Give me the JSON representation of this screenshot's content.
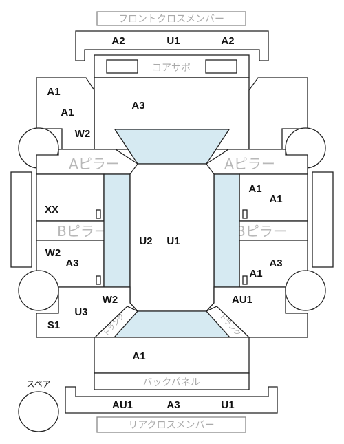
{
  "labels": {
    "front_cross_member": "フロントクロスメンバー",
    "core_support": "コアサポ",
    "a_pillar_left": "Aピラー",
    "a_pillar_right": "Aピラー",
    "b_pillar_left": "Bピラー",
    "b_pillar_right": "Bピラー",
    "back_panel": "バックパネル",
    "rear_cross_member": "リアクロスメンバー",
    "spare": "スペア",
    "trunk_left": "トランク",
    "trunk_right": "トランク"
  },
  "grades": {
    "front_cross_left": "A2",
    "front_cross_center": "U1",
    "front_cross_right": "A2",
    "front_left_1": "A1",
    "front_left_2": "A1",
    "front_left_3": "W2",
    "hood": "A3",
    "left_front_door": "XX",
    "left_rear_door_1": "W2",
    "left_rear_door_2": "A3",
    "left_rear_fender_1": "W2",
    "left_rear_fender_2": "U3",
    "left_rear_fender_3": "S1",
    "roof_left": "U2",
    "roof_center": "U1",
    "right_front_door_1": "A1",
    "right_front_door_2": "A1",
    "right_rear_door_1": "A3",
    "right_rear_door_2": "A1",
    "right_rear_fender": "AU1",
    "trunk": "A1",
    "rear_cross_left": "AU1",
    "rear_cross_center": "A3",
    "rear_cross_right": "U1"
  }
}
